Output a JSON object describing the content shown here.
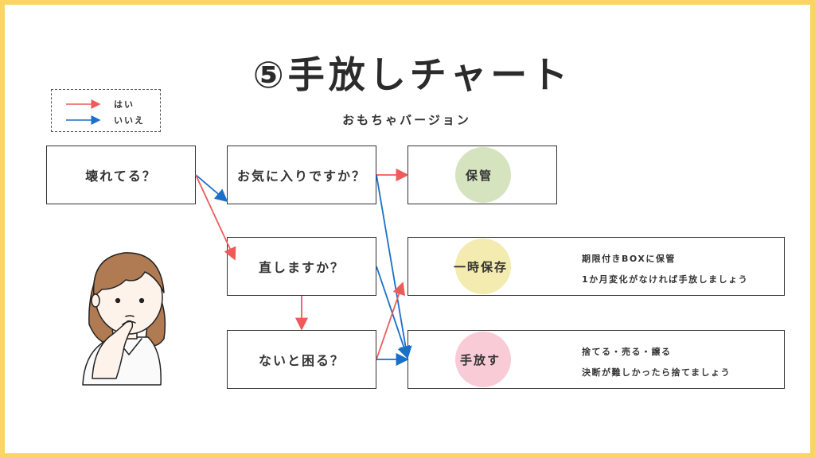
{
  "title": "⑤手放しチャート",
  "subtitle": "おもちゃバージョン",
  "legend": {
    "yes_label": "はい",
    "no_label": "いいえ",
    "yes_color": "#ef5a5a",
    "no_color": "#1a6fc9"
  },
  "questions": {
    "broken": "壊れてる？",
    "favorite": "お気に入りですか？",
    "fix": "直しますか？",
    "trouble": "ないと困る？"
  },
  "results": {
    "keep": {
      "label": "保管",
      "color": "#d6e3bf"
    },
    "temp": {
      "label": "一時保存",
      "color": "#f3ebb0",
      "note1": "期限付きBOXに保管",
      "note2": "1か月変化がなければ手放しましょう"
    },
    "release": {
      "label": "手放す",
      "color": "#f8cbd6",
      "note1": "捨てる・売る・譲る",
      "note2": "決断が難しかったら捨てましょう"
    }
  },
  "illustration": {
    "icon": "thinking-woman-illustration"
  }
}
